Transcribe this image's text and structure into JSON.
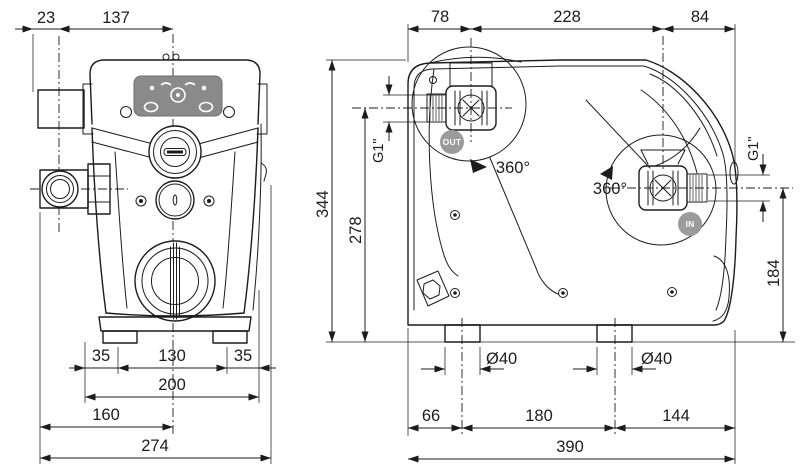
{
  "front_view": {
    "dim_offset_port": "23",
    "dim_port_to_center": "137",
    "dim_foot_left": "35",
    "dim_foot_spacing": "130",
    "dim_foot_right": "35",
    "dim_base_width": "200",
    "dim_edge_to_center": "160",
    "dim_total_width": "274"
  },
  "side_view": {
    "dim_out_offset": "78",
    "dim_port_spacing": "228",
    "dim_in_offset": "84",
    "dim_total_height": "344",
    "dim_out_height": "278",
    "dim_in_height": "184",
    "thread_out": "G1\"",
    "thread_in": "G1\"",
    "rotation_out": "360°",
    "rotation_in": "360°",
    "badge_out": "OUT",
    "badge_in": "IN",
    "dim_foot_dia_left": "Ø40",
    "dim_foot_dia_right": "Ø40",
    "dim_edge_to_foot": "66",
    "dim_foot_to_foot": "180",
    "dim_foot_to_edge": "144",
    "dim_total_depth": "390"
  },
  "colors": {
    "line": "#1c1c1c",
    "control_panel": "#8a8a8a",
    "badge": "#9b9b9b",
    "background": "#ffffff"
  }
}
